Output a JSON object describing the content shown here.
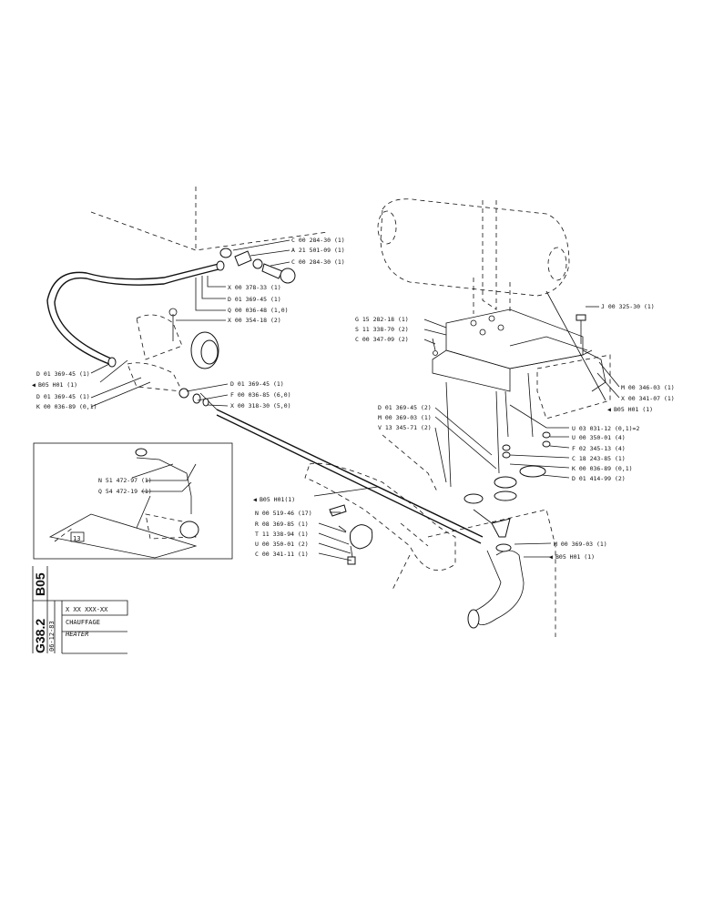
{
  "sheet": {
    "code_a": "B05",
    "code_b": "G38.2",
    "date": "06-12-83",
    "ref": "X XX XXX-XX",
    "title_fr": "CHAUFFAGE",
    "title_en": "HEATER"
  },
  "callouts": {
    "c1": "C 00 284-30 (1)",
    "c2": "A 21 501-09 (1)",
    "c3": "C 00 284-30 (1)",
    "c4": "X 00 378-33 (1)",
    "c5": "D 01 369-45 (1)",
    "c6": "Q 00 036-48 (1,0)",
    "c7": "X 00 354-18 (2)",
    "c8": "D 01 369-45 (1)",
    "c9": "B05  H01 (1)",
    "c10": "D 01 369-45 (1)",
    "c11": "K 00 036-89 (0,1)",
    "c12": "D 01 369-45 (1)",
    "c13": "F 00 036-85 (6,0)",
    "c14": "X 00 318-30 (5,0)",
    "c15": "N 51 472-97 (1)",
    "c16": "Q 54 472-19 (1)",
    "c17": "B05 H01(1)",
    "c18": "N 00 519-46 (17)",
    "c19": "R 08 369-85 (1)",
    "c20": "T 11 338-94 (1)",
    "c21": "U 00 350-01 (2)",
    "c22": "C 00 341-11 (1)",
    "c23": "G 15 282-18 (1)",
    "c24": "S 11 338-70 (2)",
    "c25": "C 00 347-09 (2)",
    "c26": "J 00 325-30 (1)",
    "c27": "M 00 346-03 (1)",
    "c28": "X 00 341-07 (1)",
    "c29": "B05  H01 (1)",
    "c30": "D 01 369-45 (2)",
    "c31": "M 00 369-03 (1)",
    "c32": "V 13 345-71 (2)",
    "c33": "U 03 031-12 (0,1)=2",
    "c34": "U 00 350-01 (4)",
    "c35": "F 02 345-13 (4)",
    "c36": "C 18 243-85 (1)",
    "c37": "K 00 036-89 (0,1)",
    "c38": "D 01 414-99 (2)",
    "c39": "M 00 369-03 (1)",
    "c40": "B05  H01 (1)",
    "inset_num": "13"
  }
}
